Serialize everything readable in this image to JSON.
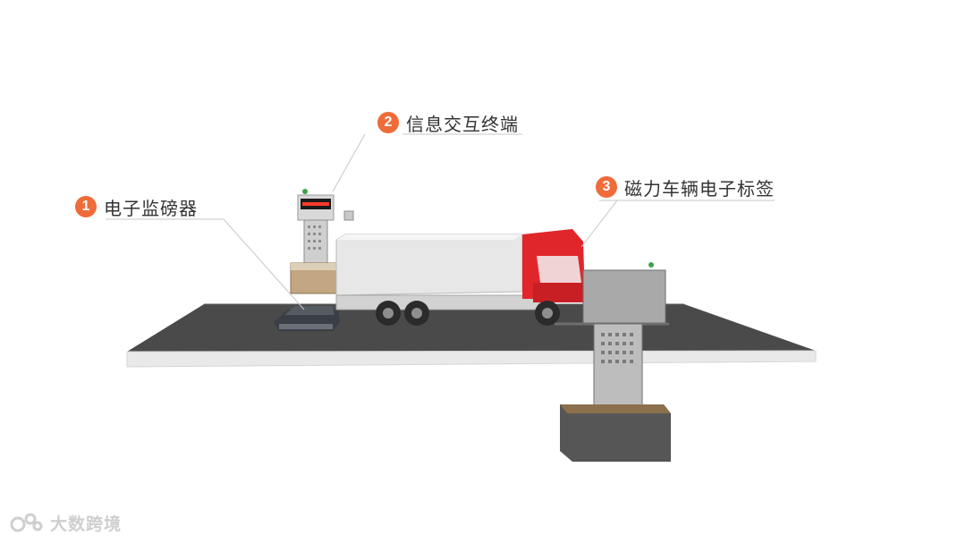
{
  "labels": {
    "item1": {
      "number": "1",
      "text": "电子监磅器"
    },
    "item2": {
      "number": "2",
      "text": "信息交互终端"
    },
    "item3": {
      "number": "3",
      "text": "磁力车辆电子标签"
    }
  },
  "watermark": {
    "text": "大数跨境"
  },
  "colors": {
    "accent": "#ef6b3a",
    "cab_red": "#e0262b",
    "platform": "#4a4a4a",
    "led_text": "#ff3a2a"
  },
  "icons": {
    "badge": "numbered-circle",
    "watermark_logo": "brand-logo"
  }
}
